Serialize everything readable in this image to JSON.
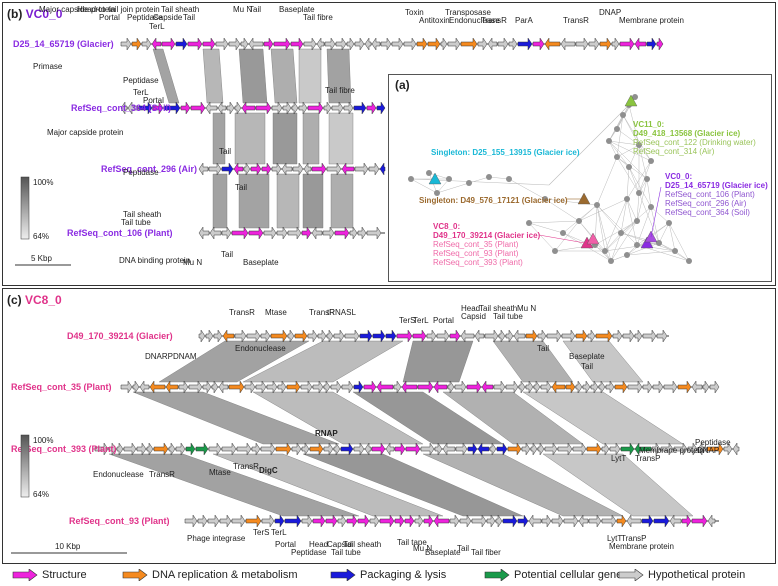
{
  "colors": {
    "structure": "#ee22dd",
    "dna": "#f58a1f",
    "packaging": "#1a1adb",
    "cellular": "#1a9a4a",
    "hypothetical": "#cccccc",
    "label_purple": "#8a2be2",
    "label_pink": "#e0338a",
    "label_cyan": "#19b8d6",
    "label_brown": "#9b6a2f",
    "label_green": "#8ac43f"
  },
  "panel_b": {
    "letter": "(b)",
    "id": "VC0_0",
    "genomes": [
      "D25_14_65719 (Glacier)",
      "RefSeq_cont_364 (Soil)",
      "RefSeq_cont_296 (Air)",
      "RefSeq_cont_106 (Plant)"
    ],
    "annotations": [
      "Major capside protein",
      "Head-to-tail join protein",
      "Portal",
      "Peptidase",
      "Tail sheath",
      "Capside",
      "Tail",
      "Mu N",
      "Tail",
      "Baseplate",
      "Tail fibre",
      "TerL",
      "Toxin",
      "Antitoxin",
      "Transposase",
      "Endonuclease",
      "TransR",
      "ParA",
      "TransR",
      "DNAP",
      "Membrane protein",
      "Primase",
      "Peptidase",
      "TerL",
      "Portal",
      "Tail fibre",
      "Major capside protein",
      "Tail",
      "Peptidase",
      "Tail",
      "Tail sheath",
      "Tail tube",
      "DNA binding protein",
      "Mu N",
      "Tail",
      "Baseplate"
    ],
    "scale_top": "100%",
    "scale_bottom": "64%",
    "scalebar": "5 Kbp"
  },
  "panel_a": {
    "letter": "(a)",
    "clusters": [
      {
        "name": "VC11_0:",
        "members": [
          "D49_418_13568 (Glacier ice)",
          "RefSeq_cont_122 (Drinking water)",
          "RefSeq_cont_314 (Air)"
        ]
      },
      {
        "name": "Singleton: D25_155_13915 (Glacier ice)",
        "members": []
      },
      {
        "name": "Singleton: D49_576_17121 (Glacier ice)",
        "members": []
      },
      {
        "name": "VC0_0:",
        "members": [
          "D25_14_65719 (Glacier ice)",
          "RefSeq_cont_106 (Plant)",
          "RefSeq_cont_296 (Air)",
          "RefSeq_cont_364 (Soil)"
        ]
      },
      {
        "name": "VC8_0:",
        "members": [
          "D49_170_39214 (Glacier ice)",
          "RefSeq_cont_35 (Plant)",
          "RefSeq_cont_93 (Plant)",
          "RefSeq_cont_393 (Plant)"
        ]
      }
    ]
  },
  "panel_c": {
    "letter": "(c)",
    "id": "VC8_0",
    "genomes": [
      "D49_170_39214 (Glacier)",
      "RefSeq_cont_35 (Plant)",
      "RefSeq_cont_393 (Plant)",
      "RefSeq_cont_93 (Plant)"
    ],
    "annotations": [
      "TransR",
      "Mtase",
      "TransR",
      "tRNASL",
      "TerS",
      "TerL",
      "Portal",
      "Head",
      "Capsid",
      "Tail sheath",
      "Tail tube",
      "Mu N",
      "Tail",
      "DNARP",
      "DNAM",
      "Endonuclease",
      "Baseplate",
      "Tail",
      "RNAP",
      "DigC",
      "Endonuclease",
      "TransR",
      "Mtase",
      "TransR",
      "LytT",
      "TransP",
      "Membrane protein",
      "Peptidase",
      "DNAP",
      "Phage integrase",
      "TerS",
      "TerL",
      "Portal",
      "Peptidase",
      "Head",
      "Capsid",
      "Tail tube",
      "Tail sheath",
      "Tail tape",
      "Mu N",
      "Baseplate",
      "Tail",
      "Tail fiber",
      "LytT",
      "TransP",
      "Membrane protein"
    ],
    "scale_top": "100%",
    "scale_bottom": "64%",
    "scalebar": "10 Kbp"
  },
  "legend": [
    {
      "label": "Structure",
      "color": "#ee22dd"
    },
    {
      "label": "DNA replication & metabolism",
      "color": "#f58a1f"
    },
    {
      "label": "Packaging & lysis",
      "color": "#1a1adb"
    },
    {
      "label": "Potential cellular gene",
      "color": "#1a9a4a"
    },
    {
      "label": "Hypothetical protein",
      "color": "#cccccc"
    }
  ]
}
